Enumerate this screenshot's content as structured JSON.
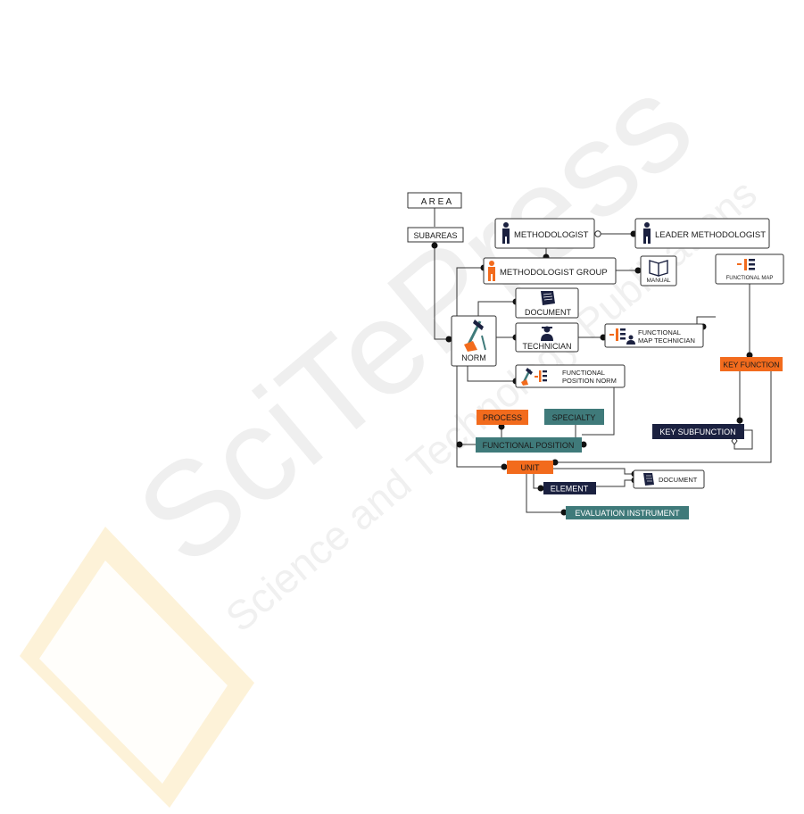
{
  "colors": {
    "orange": "#F26B1D",
    "teal": "#3F7A7A",
    "navy": "#1B2140",
    "line": "#333333",
    "watermark": "#EFEFEF",
    "watermark_warm": "#FBE7B8"
  },
  "watermark": {
    "line1": "SciTePress",
    "line2": "Science and Technology Publications"
  },
  "nodes": {
    "area": "A R E A",
    "subareas": "SUBAREAS",
    "methodologist": "METHODOLOGIST",
    "leader_methodologist": "LEADER METHODOLOGIST",
    "methodologist_group": "METHODOLOGIST GROUP",
    "manual": "MANUAL",
    "functional_map": "FUNCTIONAL MAP",
    "document_top": "DOCUMENT",
    "norm": "NORM",
    "technician": "TECHNICIAN",
    "functional_map_technician_1": "FUNCTIONAL",
    "functional_map_technician_2": "MAP TECHNICIAN",
    "functional_position_norm_1": "FUNCTIONAL",
    "functional_position_norm_2": "POSITION NORM",
    "key_function": "KEY FUNCTION",
    "process": "PROCESS",
    "specialty": "SPECIALTY",
    "key_subfunction": "KEY SUBFUNCTION",
    "functional_position": "FUNCTIONAL POSITION",
    "unit": "UNIT",
    "document_bottom": "DOCUMENT",
    "element": "ELEMENT",
    "evaluation_instrument": "EVALUATION INSTRUMENT"
  }
}
